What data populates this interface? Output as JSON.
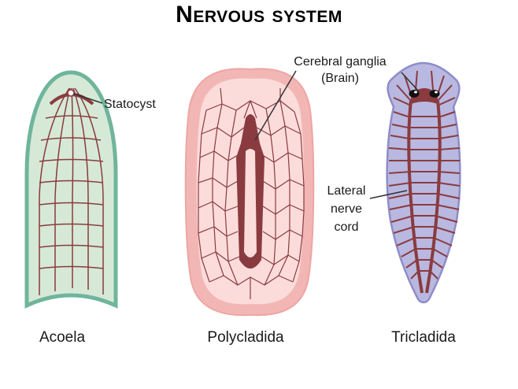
{
  "title": "Nervous system",
  "organisms": [
    {
      "name": "Acoela"
    },
    {
      "name": "Polycladida"
    },
    {
      "name": "Tricladida"
    }
  ],
  "labels": {
    "statocyst": "Statocyst",
    "cerebral_ganglia": "Cerebral ganglia",
    "brain": "(Brain)",
    "lateral": "Lateral",
    "nerve": "nerve",
    "cord": "cord"
  },
  "colors": {
    "acoela_body": "#d6e9d6",
    "acoela_rim": "#6fb59c",
    "polyclad_outer": "#f2b7b5",
    "polyclad_inner": "#fbdcda",
    "triclad_body": "#b9b8e0",
    "triclad_rim": "#8e8cc7",
    "nerve": "#8a3b3f"
  }
}
